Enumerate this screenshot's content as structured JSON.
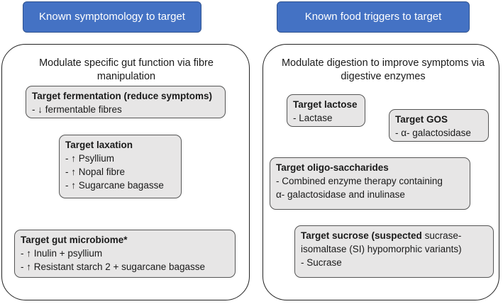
{
  "left": {
    "header": "Known symptomology to target",
    "title": "Modulate specific gut function via fibre manipulation",
    "boxes": {
      "fermentation": {
        "title": "Target fermentation (reduce symptoms)",
        "lines": [
          "- ↓ fermentable fibres"
        ]
      },
      "laxation": {
        "title": "Target laxation",
        "lines": [
          "- ↑ Psyllium",
          "- ↑ Nopal fibre",
          "- ↑ Sugarcane bagasse"
        ]
      },
      "microbiome": {
        "title": "Target gut microbiome*",
        "lines": [
          "- ↑ Inulin + psyllium",
          "- ↑ Resistant starch 2 + sugarcane bagasse"
        ]
      }
    }
  },
  "right": {
    "header": "Known food triggers to target",
    "title": "Modulate digestion to improve symptoms via digestive enzymes",
    "boxes": {
      "lactose": {
        "title": "Target lactose",
        "lines": [
          "- Lactase"
        ]
      },
      "gos": {
        "title": "Target GOS",
        "lines": [
          "- α- galactosidase"
        ]
      },
      "oligo": {
        "title": "Target oligo-saccharides",
        "lines": [
          "- Combined enzyme therapy containing",
          "α- galactosidase and inulinase"
        ]
      },
      "sucrose": {
        "title_bold": "Target sucrose (suspected",
        "title_rest": " sucrase-",
        "title_line2": "isomaltase (SI) hypomorphic variants)",
        "lines": [
          "- Sucrase"
        ]
      }
    }
  }
}
